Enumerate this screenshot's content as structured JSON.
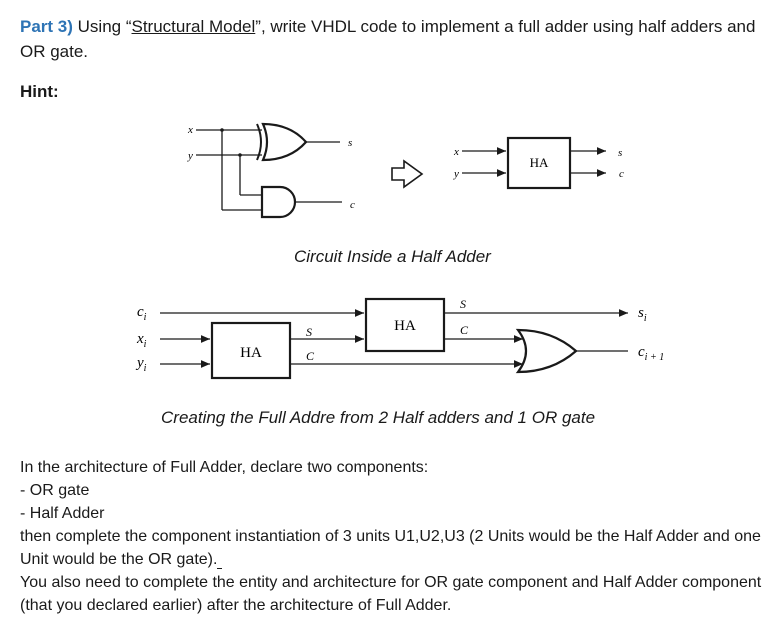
{
  "question": {
    "part_label": "Part 3)",
    "text_before": " Using “",
    "model_term": "Structural Model",
    "text_after": "”, write VHDL code to implement a full adder using half adders and OR gate."
  },
  "hint_label": "Hint:",
  "half_adder_figure": {
    "input_x": "x",
    "input_y": "y",
    "output_s": "s",
    "output_c": "c",
    "block_label": "HA",
    "caption": "Circuit Inside a Half Adder"
  },
  "full_adder_figure": {
    "input_ci": "c",
    "input_xi": "x",
    "input_yi": "y",
    "sub_i": "i",
    "output_si": "s",
    "output_ci1": "c",
    "sub_i_plus_1": "i + 1",
    "block_label": "HA",
    "s_label": "S",
    "c_label": "C",
    "caption": "Creating the Full Addre from 2 Half adders and 1 OR gate"
  },
  "instructions": {
    "line1": "In the architecture of Full Adder, declare two components:",
    "line2": "- OR gate",
    "line3": "- Half Adder",
    "line4": "then complete the component instantiation of 3 units U1,U2,U3 (2 Units would be the Half Adder and one Unit would be the OR gate).",
    "line4_tail": " ",
    "line5": "You also need to complete the entity and architecture for OR gate component and Half Adder component (that you declared earlier) after the architecture of Full Adder."
  }
}
